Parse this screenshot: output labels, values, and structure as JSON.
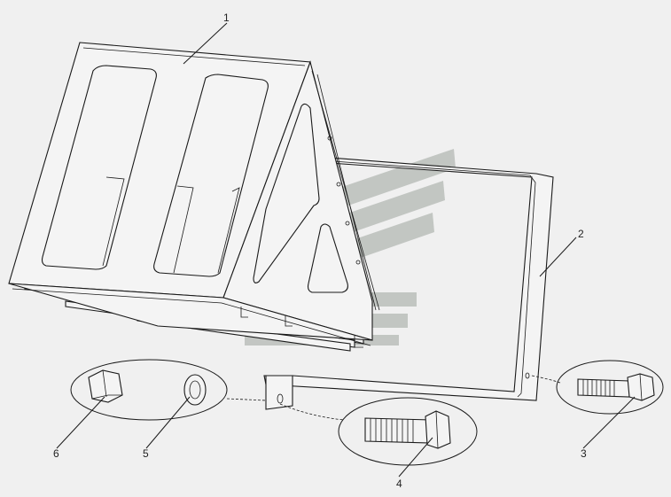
{
  "callouts": {
    "c1": "1",
    "c2": "2",
    "c3": "3",
    "c4": "4",
    "c5": "5",
    "c6": "6"
  },
  "colors": {
    "background": "#f0f0f0",
    "watermark": "#b8bdb8",
    "outline": "#1a1a1a"
  },
  "watermark": {
    "icon": "chevron-wing-logo"
  }
}
